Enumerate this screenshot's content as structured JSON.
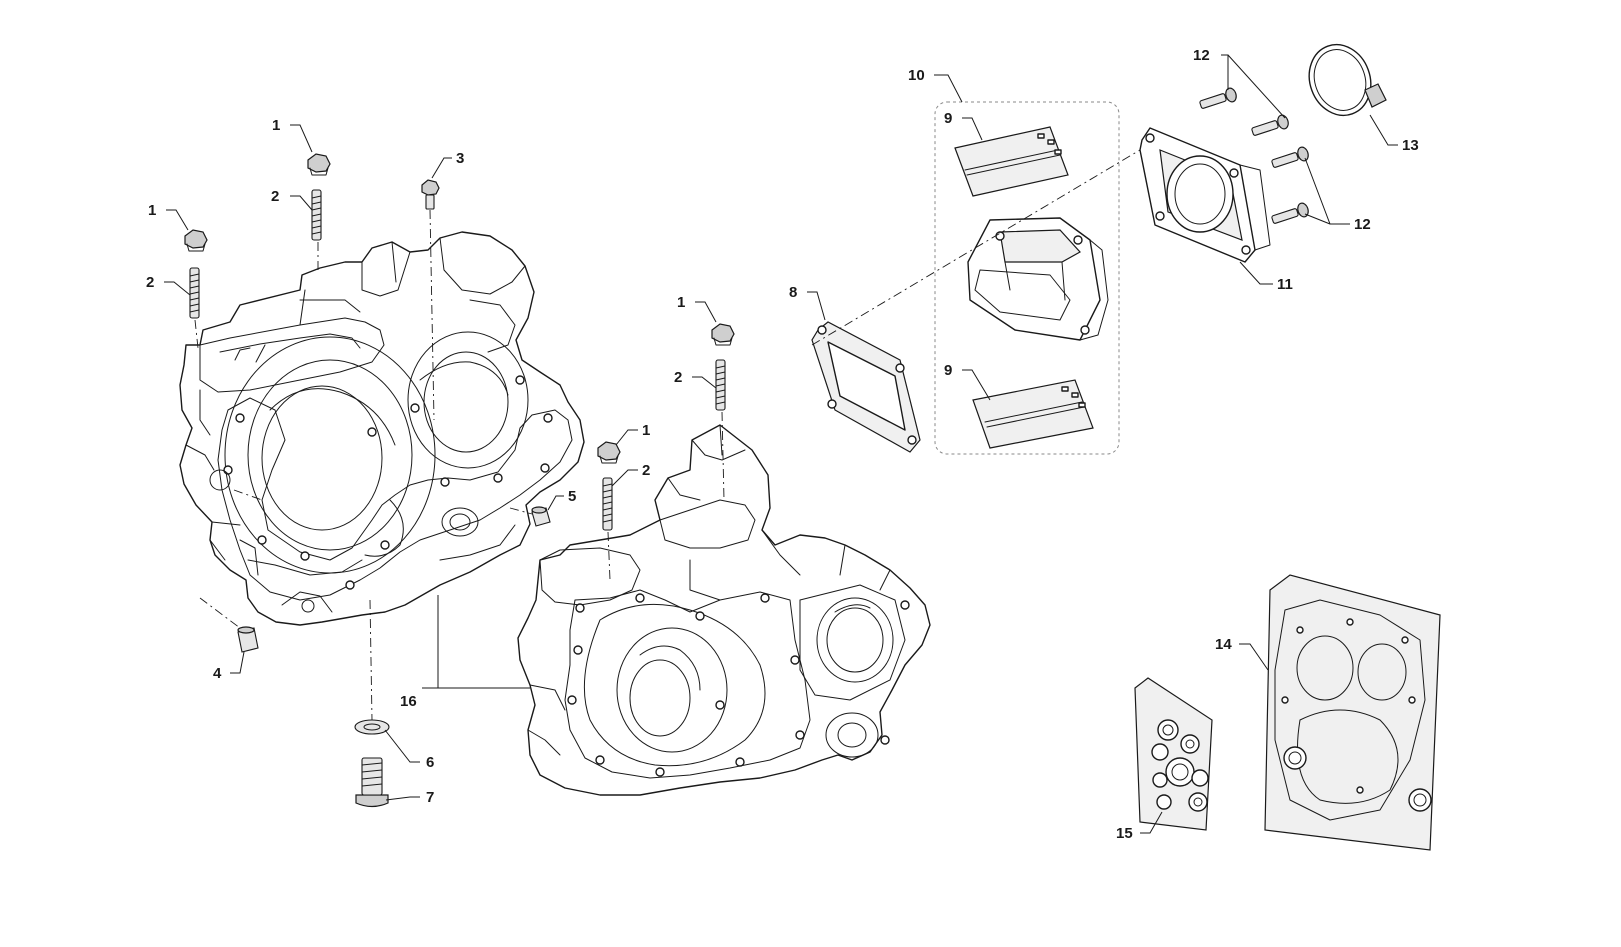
{
  "diagram": {
    "type": "exploded-parts-view",
    "colors": {
      "line": "#1a1a1a",
      "hardware": "#cfcfcf",
      "kit_border": "#8a8a8a",
      "background": "#ffffff"
    },
    "callouts": {
      "c1a": "1",
      "c1b": "1",
      "c1c": "1",
      "c1d": "1",
      "c2a": "2",
      "c2b": "2",
      "c2c": "2",
      "c2d": "2",
      "c3": "3",
      "c4": "4",
      "c5": "5",
      "c6": "6",
      "c7": "7",
      "c8": "8",
      "c9a": "9",
      "c9b": "9",
      "c10": "10",
      "c11": "11",
      "c12a": "12",
      "c12b": "12",
      "c13": "13",
      "c14": "14",
      "c15": "15",
      "c16": "16"
    }
  }
}
